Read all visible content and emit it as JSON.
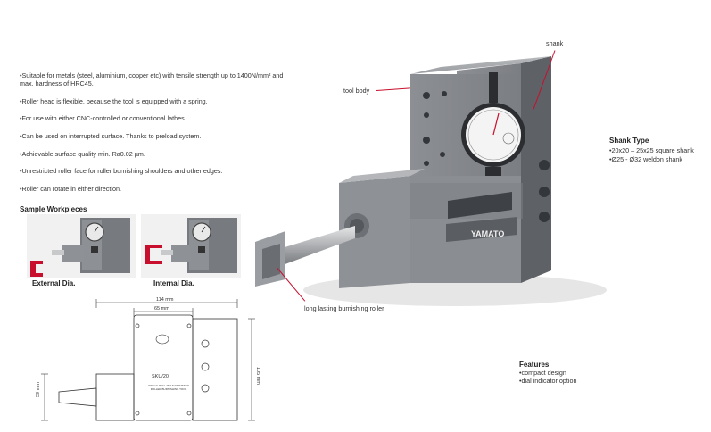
{
  "features_list": [
    "•Suitable for metals (steel, aluminium, copper etc) with tensile strength up to 1400N/mm² and max. hardness of HRC45.",
    "•Roller head is flexible, because the tool is equipped with a spring.",
    "•For use with either CNC-controlled or conventional lathes.",
    "•Can be used on interrupted surface. Thanks to preload system.",
    "•Achievable surface quality min. Ra0.02 µm.",
    "•Unrestricted roller face for roller burnishing shoulders and other edges.",
    "•Roller can rotate in either direction."
  ],
  "sample_workpieces": {
    "title": "Sample Workpieces",
    "external_label": "External Dia.",
    "internal_label": "Internal Dia."
  },
  "callouts": {
    "shank": "shank",
    "tool_body": "tool body",
    "roller": "long lasting burnishing roller"
  },
  "shank_type": {
    "title": "Shank Type",
    "items": [
      "•20x20 – 25x25 square shank",
      "•Ø25 - Ø32 weldon shank"
    ]
  },
  "brand": "YAMATO",
  "drawing": {
    "dim_total": "114 mm",
    "dim_body": "65 mm",
    "dim_height": "105 mm",
    "dim_shank": "59 mm",
    "model": "SKU/20",
    "plate_text": "SINGLE ROLL MULTI DIAMETER ROLLER BURNISHING TOOL"
  },
  "features_box": {
    "title": "Features",
    "items": [
      "•compact design",
      "•dial indicator option"
    ]
  },
  "colors": {
    "accent_red": "#c8102e",
    "metal_dark": "#6b6e73",
    "metal_mid": "#8a8d92",
    "metal_light": "#a7aaae"
  }
}
